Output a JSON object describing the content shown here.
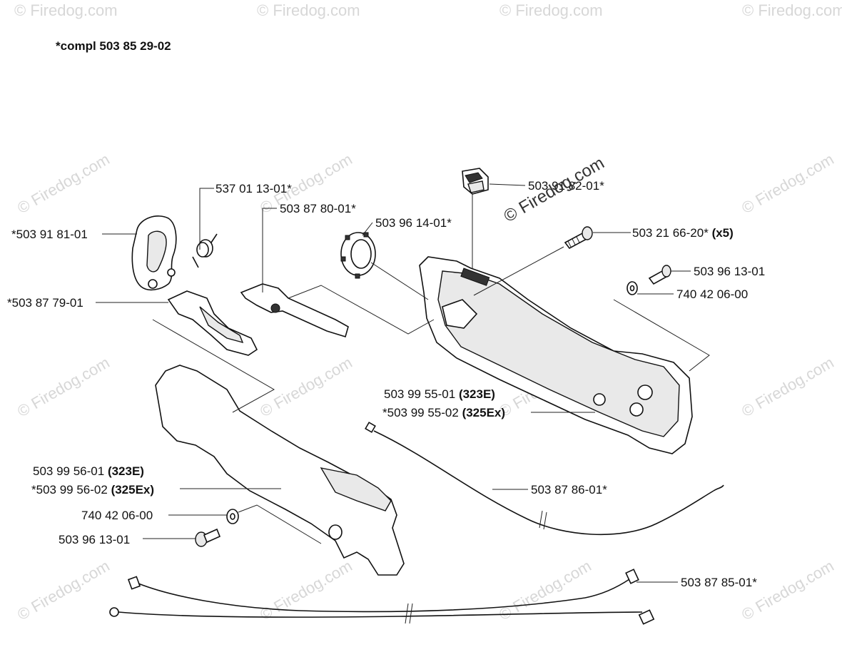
{
  "header": {
    "title": "*compl 503 85 29-02"
  },
  "watermark": {
    "text": "© Firedog.com",
    "center_text": "© Firedog.com"
  },
  "parts": [
    {
      "id": "p1",
      "code": "537 01 13-01*",
      "variant": ""
    },
    {
      "id": "p2",
      "code": "503 87 80-01*",
      "variant": ""
    },
    {
      "id": "p3",
      "code": "503 96 14-01*",
      "variant": ""
    },
    {
      "id": "p4",
      "code": "503 91 82-01*",
      "variant": ""
    },
    {
      "id": "p5",
      "code": "*503 91 81-01",
      "variant": ""
    },
    {
      "id": "p6",
      "code": "503 21 66-20*",
      "variant": "(x5)"
    },
    {
      "id": "p7",
      "code": "503 96 13-01",
      "variant": ""
    },
    {
      "id": "p8",
      "code": "740 42 06-00",
      "variant": ""
    },
    {
      "id": "p9",
      "code": "*503 87 79-01",
      "variant": ""
    },
    {
      "id": "p10",
      "code": "503 99 55-01",
      "variant": "(323E)"
    },
    {
      "id": "p11",
      "code": "*503 99 55-02",
      "variant": "(325Ex)"
    },
    {
      "id": "p12",
      "code": "503 99 56-01",
      "variant": "(323E)"
    },
    {
      "id": "p13",
      "code": "*503 99 56-02",
      "variant": "(325Ex)"
    },
    {
      "id": "p14",
      "code": "503 87 86-01*",
      "variant": ""
    },
    {
      "id": "p15",
      "code": "740 42 06-00",
      "variant": ""
    },
    {
      "id": "p16",
      "code": "503 96 13-01",
      "variant": ""
    },
    {
      "id": "p17",
      "code": "503 87 85-01*",
      "variant": ""
    }
  ]
}
